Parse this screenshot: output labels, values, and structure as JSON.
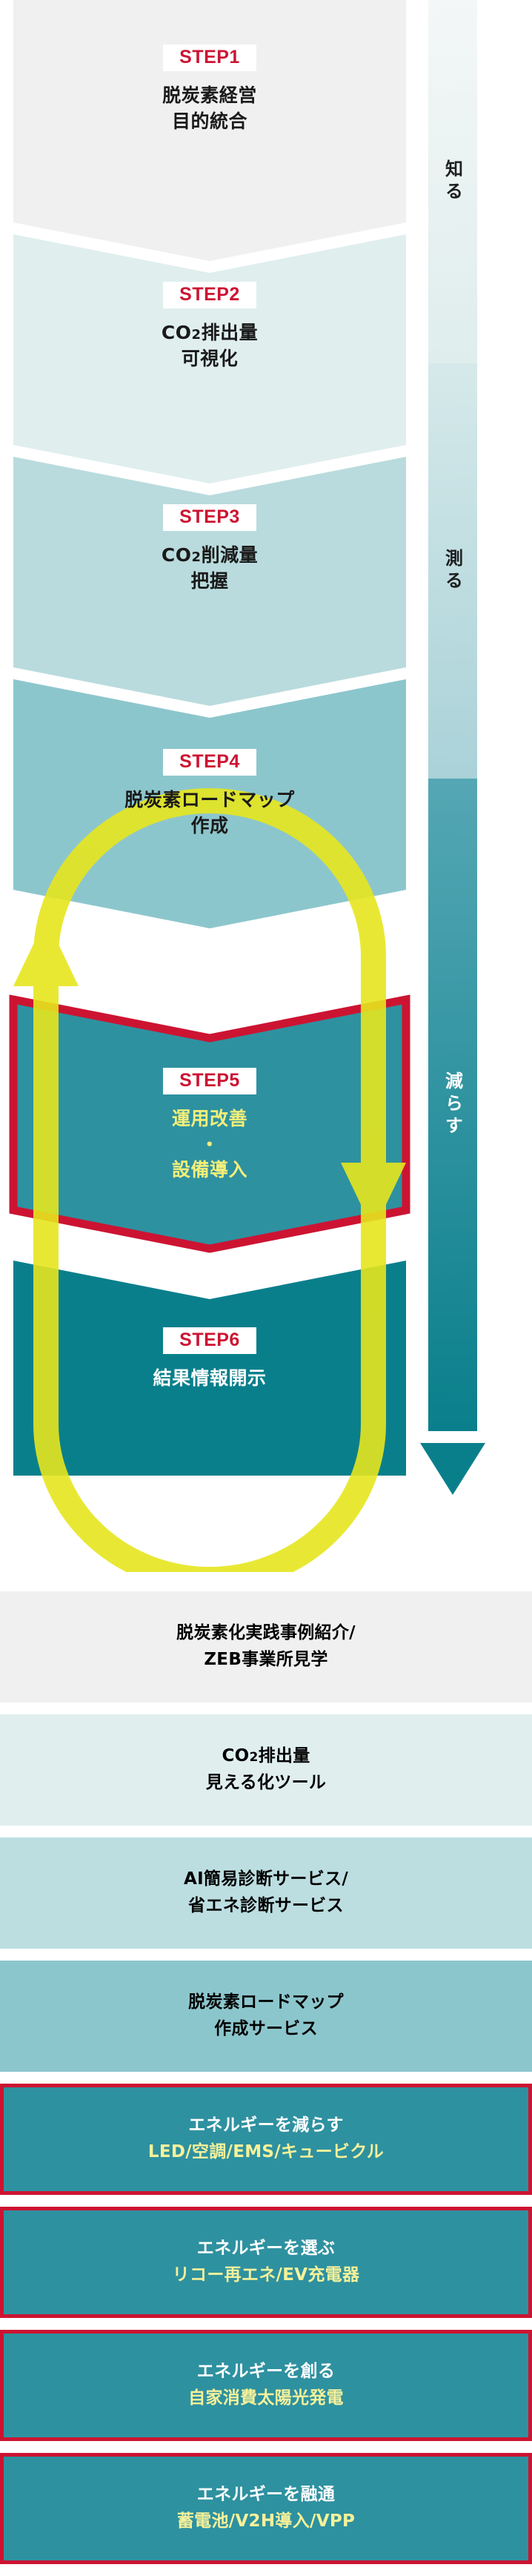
{
  "diagram": {
    "title_hidden": "",
    "steps": [
      {
        "badge": "STEP1",
        "line1": "脱炭素経営",
        "line2": "目的統合",
        "band_color": "#f0f0f0",
        "text_style": "dark"
      },
      {
        "badge": "STEP2",
        "line1": "CO2排出量",
        "line2": "可視化",
        "band_color": "#e0eeee",
        "text_style": "dark"
      },
      {
        "badge": "STEP3",
        "line1": "CO2削減量",
        "line2": "把握",
        "band_color": "#b9dbdd",
        "text_style": "dark"
      },
      {
        "badge": "STEP4",
        "line1": "脱炭素ロードマップ",
        "line2": "作成",
        "band_color": "#8cc6cd",
        "text_style": "dark"
      },
      {
        "badge": "STEP5",
        "line1": "運用改善",
        "line2": "・",
        "line3": "設備導入",
        "band_color": "#2e91a0",
        "text_style": "yellow"
      },
      {
        "badge": "STEP6",
        "line1": "結果情報開示",
        "line2": "",
        "band_color": "#0a7f8c",
        "text_style": "white"
      }
    ],
    "phases": [
      {
        "label": "知る",
        "color": "#e4eeee",
        "text_color": "#1f1f1f"
      },
      {
        "label": "測る",
        "color": "#a9d2d8",
        "text_color": "#1f1f1f"
      },
      {
        "label": "減らす",
        "color": "#2a8fa0",
        "text_color": "#ffffff"
      }
    ],
    "loop_arrow": {
      "name": "pdca-loop-arrow",
      "color": "#e6e61e"
    },
    "accent_colors": {
      "red": "#cc1432",
      "yellow": "#e6e61e",
      "teal_dark": "#0a7f8c",
      "teal_mid": "#2e91a0"
    }
  },
  "services": [
    {
      "line1": "脱炭素化実践事例紹介/",
      "line2": "ZEB事業所見学",
      "bg": "#f0f0f0",
      "framed": false
    },
    {
      "line1": "CO2排出量",
      "line2": "見える化ツール",
      "bg": "#e0eeee",
      "framed": false
    },
    {
      "line1": "AI簡易診断サービス/",
      "line2": "省エネ診断サービス",
      "bg": "#bcdee1",
      "framed": false
    },
    {
      "line1": "脱炭素ロードマップ",
      "line2": "作成サービス",
      "bg": "#8cc6cd",
      "framed": false
    },
    {
      "line1": "エネルギーを減らす",
      "line2": "LED/空調/EMS/キュービクル",
      "bg": "#2e91a0",
      "framed": true
    },
    {
      "line1": "エネルギーを選ぶ",
      "line2": "リコー再エネ/EV充電器",
      "bg": "#2e91a0",
      "framed": true
    },
    {
      "line1": "エネルギーを創る",
      "line2": "自家消費太陽光発電",
      "bg": "#2e91a0",
      "framed": true
    },
    {
      "line1": "エネルギーを融通",
      "line2": "蓄電池/V2H導入/VPP",
      "bg": "#2e91a0",
      "framed": true
    }
  ]
}
